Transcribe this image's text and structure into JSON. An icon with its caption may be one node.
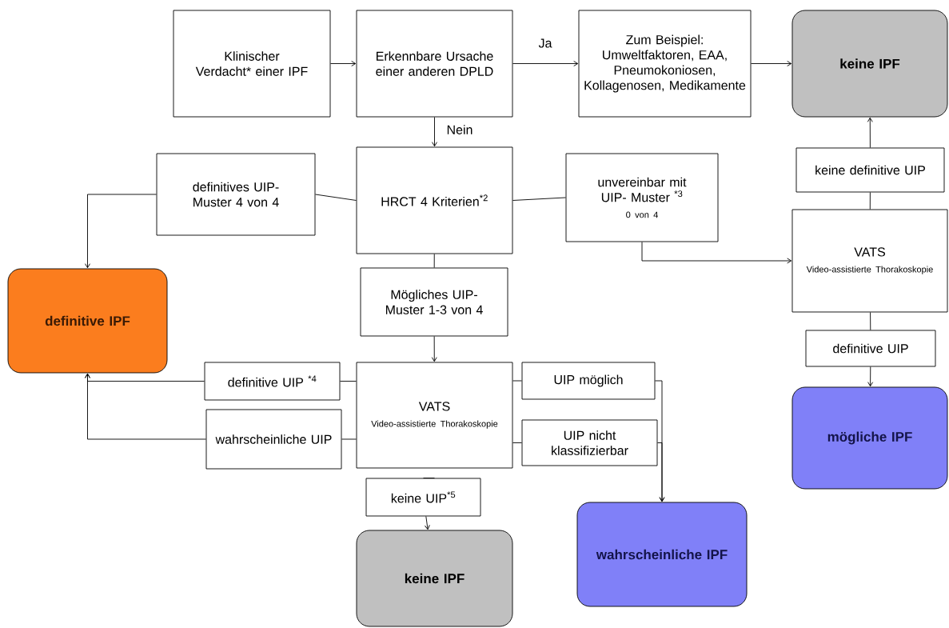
{
  "diagram": {
    "nodes": [
      {
        "text": [
          "Klinischer Verdacht* einer IPF"
        ]
      },
      {
        "text": [
          "Erkennbare Ursache einer anderen DPLD"
        ]
      },
      {
        "text": [
          "Zum Beispiel: Umweltfaktoren, EAA, Pneumokoniosen, Kollagenosen, Medikamente"
        ]
      },
      {
        "text": [
          "keine IPF"
        ]
      },
      {
        "text": [
          "definitives UIP- Muster 4 von 4"
        ]
      },
      {
        "text": [
          "HRCT 4 Kriterien$^{*2}$"
        ]
      },
      {
        "text": [
          "unvereinbar mit UIP- Muster $^{*3}$",
          "0 von 4"
        ]
      },
      {
        "text": [
          "keine definitive UIP"
        ]
      },
      {
        "text": [
          "VATS",
          "Video-assistierte Thorakoskopie"
        ]
      },
      {
        "text": [
          "definitive IPF"
        ]
      },
      {
        "text": [
          "Mögliches UIP- Muster 1-3 von 4"
        ]
      },
      {
        "text": [
          "VATS",
          "Video-assistierte Thorakoskopie"
        ]
      },
      {
        "text": [
          "definitive UIP $^{*4}$"
        ]
      },
      {
        "text": [
          "wahrscheinliche UIP"
        ]
      },
      {
        "text": [
          "UIP möglich"
        ]
      },
      {
        "text": [
          "UIP nicht klassifizierbar"
        ]
      },
      {
        "text": [
          "keine UIP$^{*5}$"
        ]
      },
      {
        "text": [
          "definitive UIP"
        ]
      },
      {
        "text": [
          "mögliche IPF"
        ]
      },
      {
        "text": [
          "keine IPF"
        ]
      },
      {
        "text": [
          "wahrscheinliche IPF"
        ]
      }
    ],
    "edges": [
      {
        "from": 0,
        "to": 1,
        "arrow": "to"
      },
      {
        "from": 1,
        "to": 2,
        "arrow": "to",
        "label": "Ja"
      },
      {
        "from": 2,
        "to": 3,
        "arrow": "to"
      },
      {
        "from": 1,
        "to": 5,
        "arrow": "to",
        "label": "Nein"
      },
      {
        "from": 5,
        "to": 4,
        "arrow": "none"
      },
      {
        "from": 4,
        "to": 9,
        "arrow": "to"
      },
      {
        "from": 5,
        "to": 6,
        "arrow": "none"
      },
      {
        "from": 6,
        "to": 8,
        "arrow": "to"
      },
      {
        "from": 8,
        "to": 7,
        "arrow": "none"
      },
      {
        "from": 7,
        "to": 3,
        "arrow": "to"
      },
      {
        "from": 8,
        "to": 17,
        "arrow": "none"
      },
      {
        "from": 17,
        "to": 18,
        "arrow": "to"
      },
      {
        "from": 5,
        "to": 10,
        "arrow": "none"
      },
      {
        "from": 10,
        "to": 11,
        "arrow": "to"
      },
      {
        "from": 11,
        "to": 12,
        "arrow": "none"
      },
      {
        "from": 12,
        "to": 9,
        "arrow": "to"
      },
      {
        "from": 11,
        "to": 13,
        "arrow": "none"
      },
      {
        "from": 13,
        "to": 9,
        "arrow": "to"
      },
      {
        "from": 11,
        "to": 14,
        "arrow": "none"
      },
      {
        "from": 14,
        "to": 20,
        "arrow": "to"
      },
      {
        "from": 11,
        "to": 15,
        "arrow": "none"
      },
      {
        "from": 15,
        "to": 20,
        "arrow": "to"
      },
      {
        "from": 11,
        "to": 16,
        "arrow": "none"
      },
      {
        "from": 16,
        "to": 19,
        "arrow": "to"
      }
    ]
  }
}
